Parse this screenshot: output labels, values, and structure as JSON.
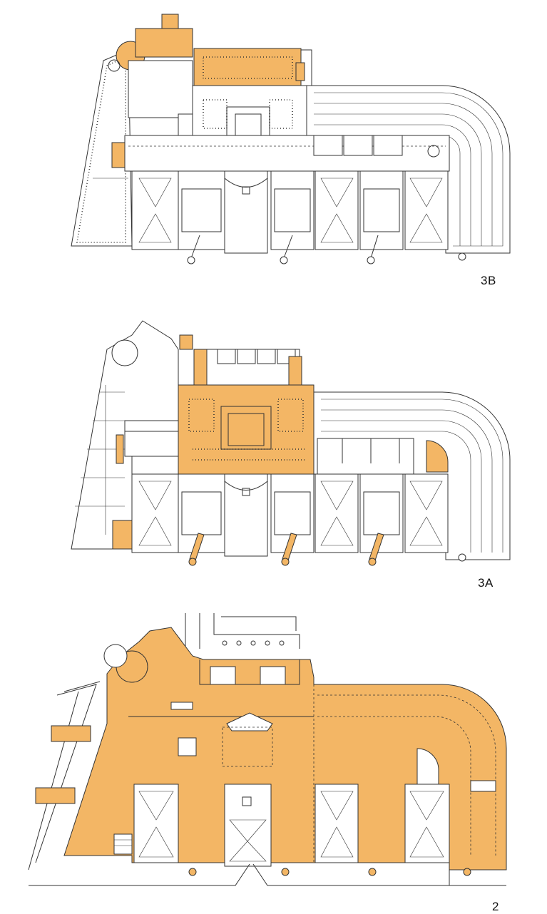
{
  "colors": {
    "highlight": "#f3b665",
    "line": "#333333",
    "background": "#ffffff"
  },
  "plans": [
    {
      "label": "3B"
    },
    {
      "label": "3A"
    },
    {
      "label": "2"
    }
  ]
}
